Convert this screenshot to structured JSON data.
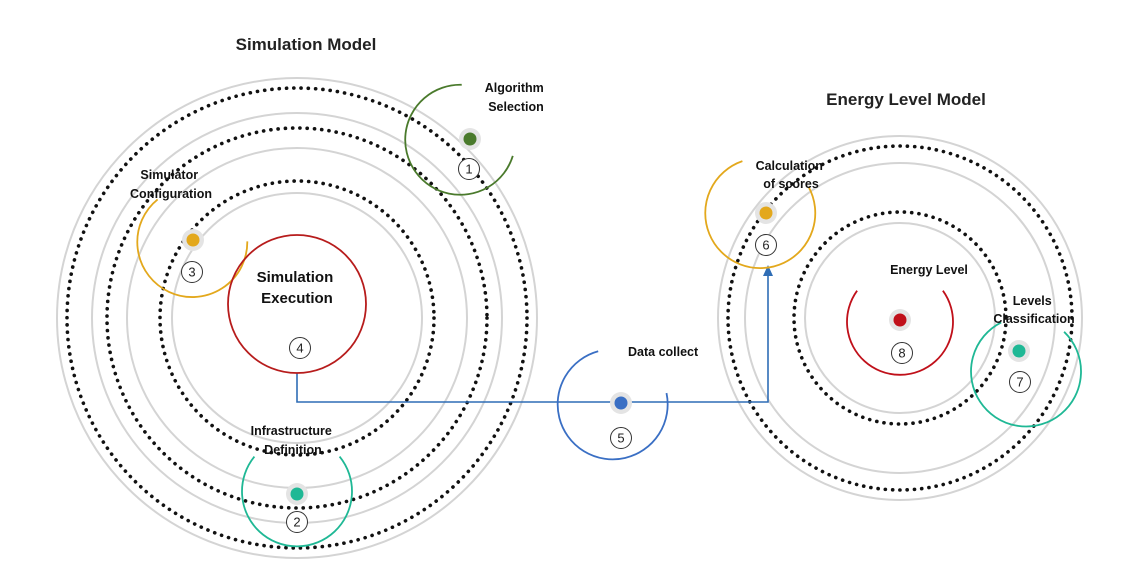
{
  "models": {
    "simulation": {
      "title": "Simulation Model"
    },
    "energy": {
      "title": "Energy Level Model"
    }
  },
  "steps": [
    {
      "number": "1",
      "label_lines": [
        "Algorithm",
        "Selection"
      ],
      "color": "#4a7a2c"
    },
    {
      "number": "2",
      "label_lines": [
        "Infrastructure",
        "Definition"
      ],
      "color": "#1fb895"
    },
    {
      "number": "3",
      "label_lines": [
        "Simulator",
        "Configuration"
      ],
      "color": "#e3a81c"
    },
    {
      "number": "4",
      "label_lines": [
        "Simulation",
        "Execution"
      ],
      "color": "#b71c1c"
    },
    {
      "number": "5",
      "label_lines": [
        "Data collect"
      ],
      "color": "#3a6fc4"
    },
    {
      "number": "6",
      "label_lines": [
        "Calculation",
        "of scores"
      ],
      "color": "#e3a81c"
    },
    {
      "number": "7",
      "label_lines": [
        "Levels",
        "Classification"
      ],
      "color": "#1fb895"
    },
    {
      "number": "8",
      "label_lines": [
        "Energy Level"
      ],
      "color": "#c0101a"
    }
  ],
  "colors": {
    "connector": "#2f6db5",
    "ring": "#d4d4d4",
    "dots": "#111111"
  }
}
